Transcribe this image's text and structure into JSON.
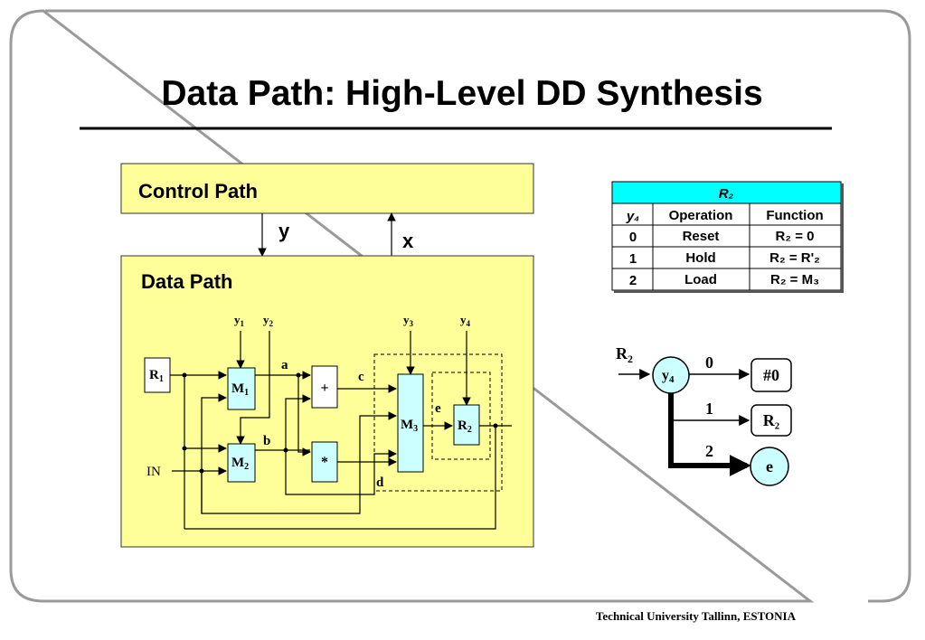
{
  "title": "Data Path: High-Level DD Synthesis",
  "control_path": {
    "label": "Control Path",
    "down_signal": "y",
    "up_signal": "x"
  },
  "data_path": {
    "label": "Data Path",
    "controls": [
      {
        "base": "y",
        "sub": "1"
      },
      {
        "base": "y",
        "sub": "2"
      },
      {
        "base": "y",
        "sub": "3"
      },
      {
        "base": "y",
        "sub": "4"
      }
    ],
    "registers": [
      {
        "base": "R",
        "sub": "1"
      },
      {
        "base": "R",
        "sub": "2"
      }
    ],
    "muxes": [
      {
        "base": "M",
        "sub": "1"
      },
      {
        "base": "M",
        "sub": "2"
      },
      {
        "base": "M",
        "sub": "3"
      }
    ],
    "operators": [
      "+",
      "*"
    ],
    "input_label": "IN",
    "wires": [
      "a",
      "b",
      "c",
      "d",
      "e"
    ]
  },
  "table": {
    "header": "R₂",
    "columns": [
      "y₄",
      "Operation",
      "Function"
    ],
    "rows": [
      [
        "0",
        "Reset",
        "R₂ = 0"
      ],
      [
        "1",
        "Hold",
        "R₂ = R'₂"
      ],
      [
        "2",
        "Load",
        "R₂ = M₃"
      ]
    ]
  },
  "dd": {
    "root": {
      "base": "R",
      "sub": "2"
    },
    "node": {
      "base": "y",
      "sub": "4"
    },
    "edges": [
      "0",
      "1",
      "2"
    ],
    "terminals": [
      "#0",
      "R₂",
      "e"
    ]
  },
  "footer": "Technical University Tallinn, ESTONIA",
  "colors": {
    "panel_fill": "#ffff99",
    "block_fill": "#ccffff",
    "table_header_fill": "#00ffff",
    "node_fill": "#ccffff"
  }
}
